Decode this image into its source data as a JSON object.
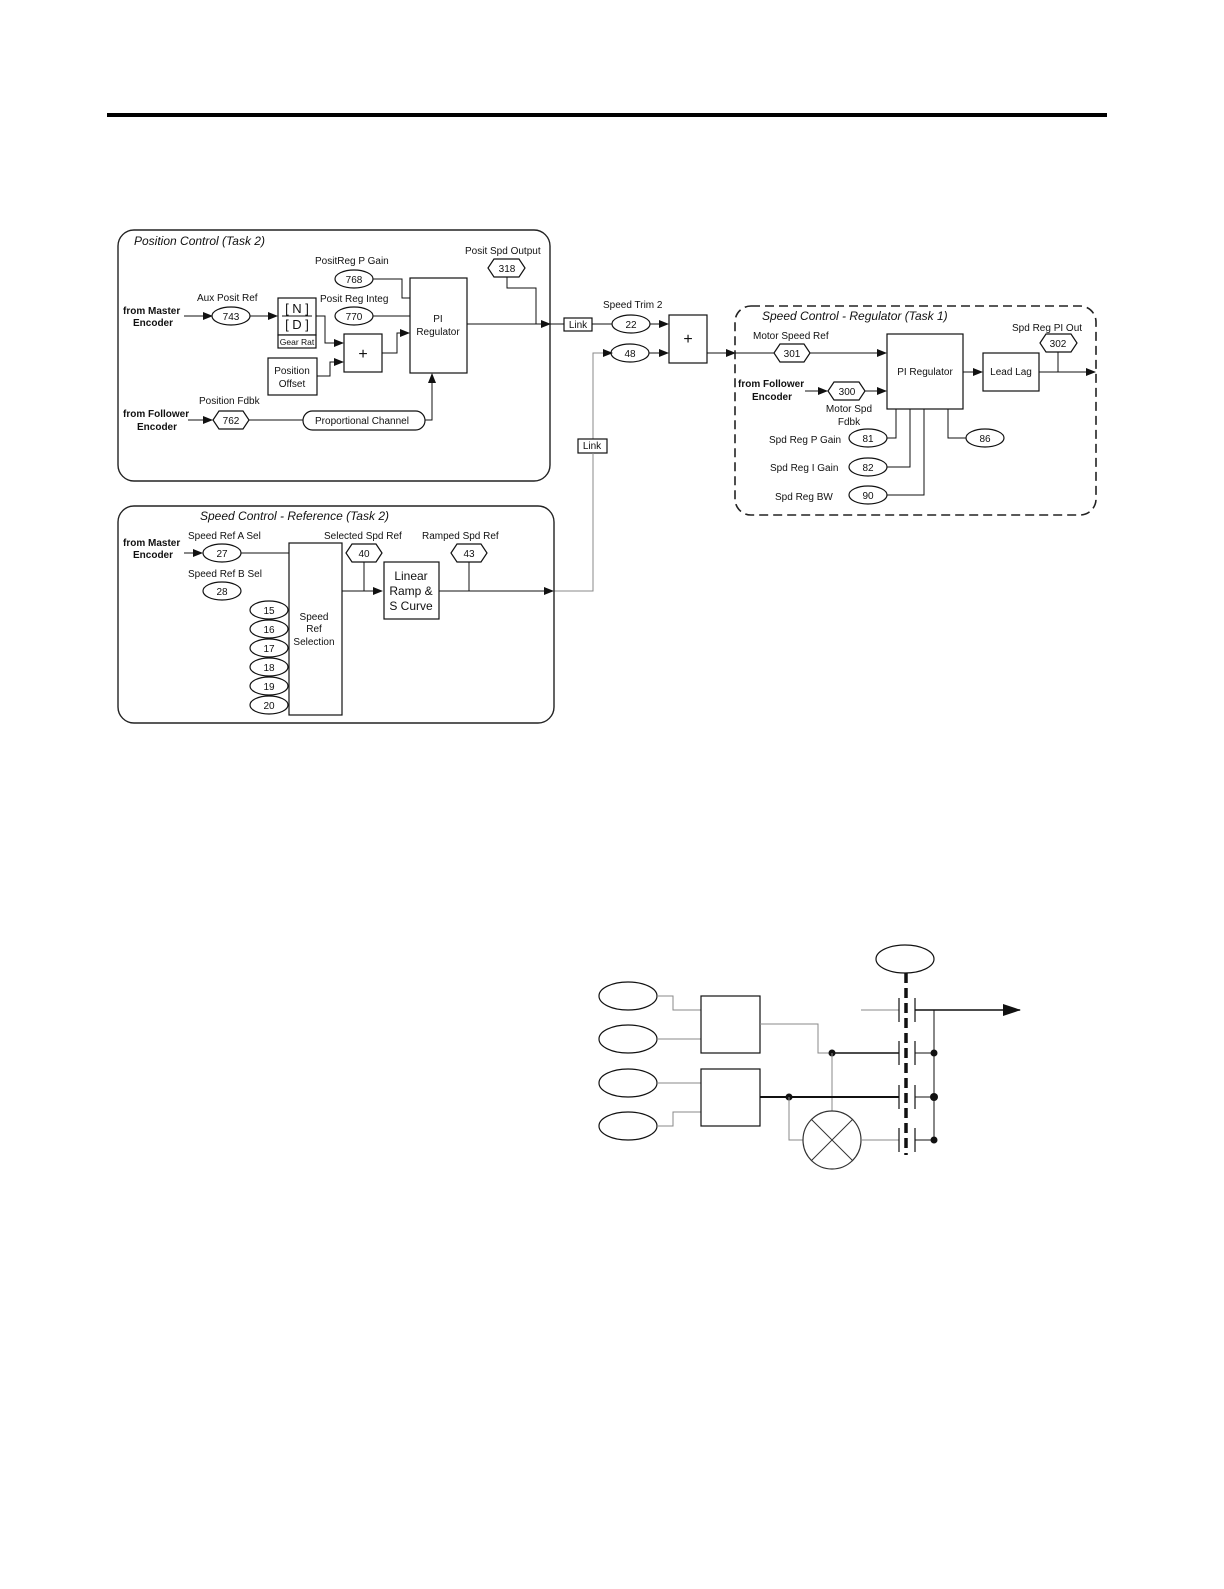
{
  "position_control": {
    "title": "Position Control  (Task 2)",
    "from_master": [
      "from Master",
      "Encoder"
    ],
    "from_follower": [
      "from Follower",
      "Encoder"
    ],
    "aux_posit_ref": {
      "label": "Aux Posit Ref",
      "num": "743"
    },
    "posit_reg_p_gain": {
      "label": "PositReg P Gain",
      "num": "768"
    },
    "posit_reg_integ": {
      "label": "Posit Reg Integ",
      "num": "770"
    },
    "posit_spd_output": {
      "label": "Posit Spd Output",
      "num": "318"
    },
    "position_fdbk": {
      "label": "Position Fdbk",
      "num": "762"
    },
    "gear_n": "[ N ]",
    "gear_d": "[ D ]",
    "gear_rat": "Gear Rat",
    "plus": "+",
    "position_offset": [
      "Position",
      "Offset"
    ],
    "pi_regulator": [
      "PI",
      "Regulator"
    ],
    "proportional_channel": "Proportional Channel"
  },
  "junction": {
    "link_label": "Link",
    "speed_trim_2": {
      "label": "Speed Trim 2",
      "num": "22"
    },
    "num_48": "48",
    "plus": "+"
  },
  "speed_regulator": {
    "title": "Speed Control - Regulator  (Task 1)",
    "motor_speed_ref": {
      "label": "Motor Speed Ref",
      "num": "301"
    },
    "from_follower": [
      "from Follower",
      "Encoder"
    ],
    "motor_spd_fdbk": {
      "label": [
        "Motor Spd",
        "Fdbk"
      ],
      "num": "300"
    },
    "pi_regulator": "PI Regulator",
    "lead_lag": "Lead Lag",
    "spd_reg_pi_out": {
      "label": "Spd Reg PI Out",
      "num": "302"
    },
    "spd_reg_p_gain": {
      "label": "Spd Reg P Gain",
      "num": "81"
    },
    "spd_reg_i_gain": {
      "label": "Spd Reg I Gain",
      "num": "82"
    },
    "spd_reg_bw": {
      "label": "Spd Reg BW",
      "num": "90"
    },
    "num_86": "86"
  },
  "speed_reference": {
    "title": "Speed Control - Reference  (Task 2)",
    "from_master": [
      "from Master",
      "Encoder"
    ],
    "speed_ref_a_sel": {
      "label": "Speed Ref A Sel",
      "num": "27"
    },
    "speed_ref_b_sel": {
      "label": "Speed Ref B Sel",
      "num": "28"
    },
    "presets": [
      "15",
      "16",
      "17",
      "18",
      "19",
      "20"
    ],
    "speed_ref_selection": [
      "Speed",
      "Ref",
      "Selection"
    ],
    "selected_spd_ref": {
      "label": "Selected Spd Ref",
      "num": "40"
    },
    "ramped_spd_ref": {
      "label": "Ramped Spd Ref",
      "num": "43"
    },
    "linear_ramp": [
      "Linear",
      "Ramp &",
      "S Curve"
    ]
  }
}
